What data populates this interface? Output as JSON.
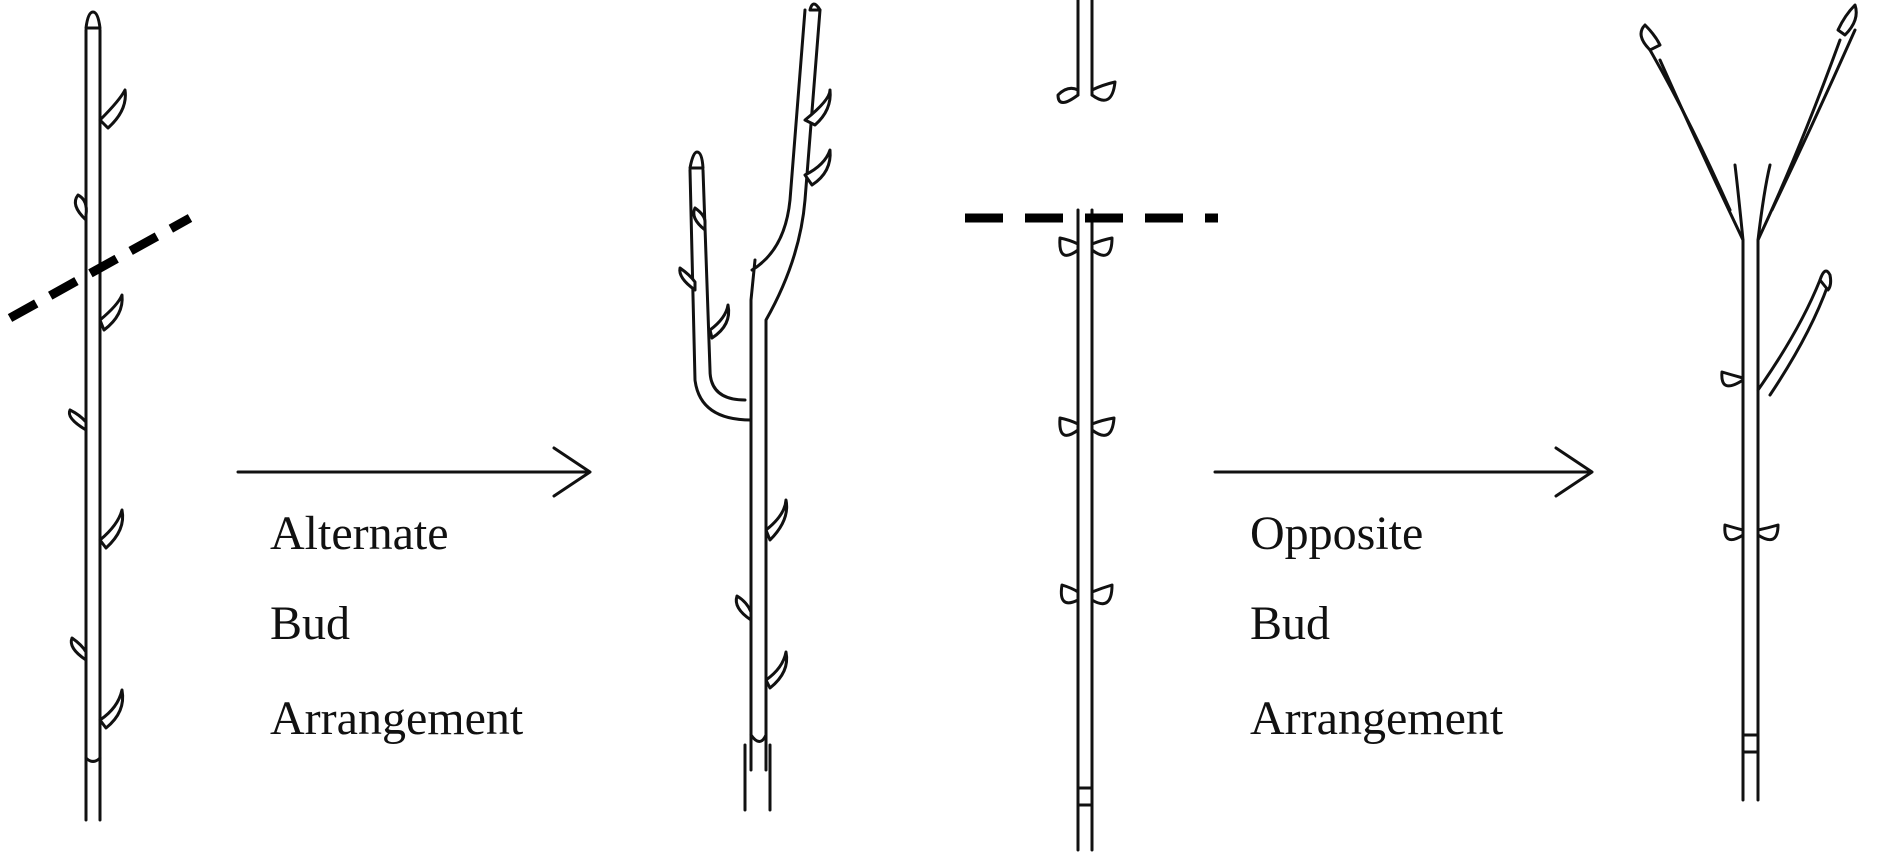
{
  "alternate_label": {
    "line1": "Alternate",
    "line2": "Bud",
    "line3": "Arrangement"
  },
  "opposite_label": {
    "line1": "Opposite",
    "line2": "Bud",
    "line3": "Arrangement"
  },
  "colors": {
    "ink": "#111111",
    "background": "#ffffff"
  }
}
